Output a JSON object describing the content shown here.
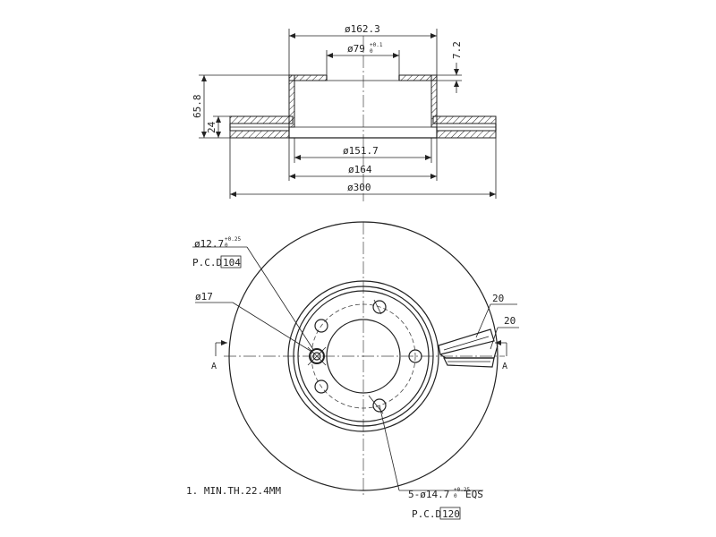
{
  "top_view": {
    "dim_outer_hat": "ø162.3",
    "dim_center_bore": "ø79",
    "dim_center_bore_tol_upper": "+0.1",
    "dim_center_bore_tol_lower": "0",
    "dim_hat_thickness": "7.2",
    "dim_total_height": "65.8",
    "dim_disc_thickness": "24",
    "dim_friction_inner": "ø151.7",
    "dim_hat_base": "ø164",
    "dim_disc_outer": "ø300"
  },
  "front_view": {
    "bolt_hole_label": "ø12.7",
    "bolt_hole_tol_upper": "+0.25",
    "bolt_hole_tol_lower": "0",
    "pcd_label": "P.C.D",
    "pcd_small_value": "104",
    "hole_dia_label": "ø17",
    "vent_dim_1": "20",
    "vent_dim_2": "20",
    "section_mark_left": "A",
    "section_mark_right": "A",
    "lug_holes_label": "5-ø14.7",
    "lug_holes_tol_upper": "+0.25",
    "lug_holes_tol_lower": "0",
    "lug_holes_suffix": "EQS",
    "pcd_large_value": "120"
  },
  "notes": {
    "min_thickness": "1. MIN.TH.22.4MM"
  }
}
